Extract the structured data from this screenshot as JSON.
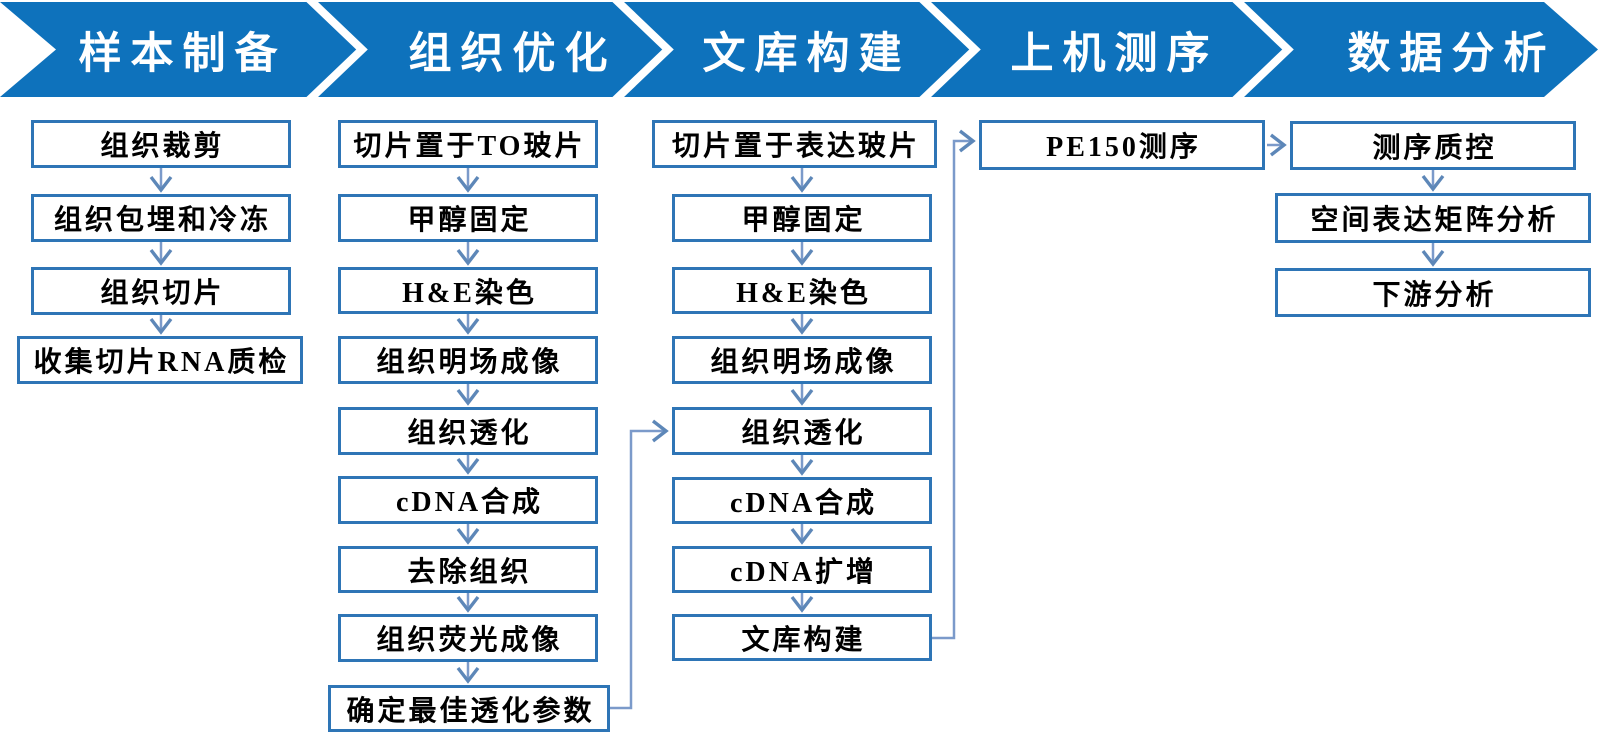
{
  "stages": [
    {
      "title": "样本制备",
      "steps": [
        "组织裁剪",
        "组织包埋和冷冻",
        "组织切片",
        "收集切片RNA质检"
      ]
    },
    {
      "title": "组织优化",
      "steps": [
        "切片置于TO玻片",
        "甲醇固定",
        "H&E染色",
        "组织明场成像",
        "组织透化",
        "cDNA合成",
        "去除组织",
        "组织荧光成像",
        "确定最佳透化参数"
      ]
    },
    {
      "title": "文库构建",
      "steps": [
        "切片置于表达玻片",
        "甲醇固定",
        "H&E染色",
        "组织明场成像",
        "组织透化",
        "cDNA合成",
        "cDNA扩增",
        "文库构建"
      ]
    },
    {
      "title": "上机测序",
      "steps": [
        "PE150测序"
      ]
    },
    {
      "title": "数据分析",
      "steps": [
        "测序质控",
        "空间表达矩阵分析",
        "下游分析"
      ]
    }
  ],
  "connections": [
    {
      "from": "确定最佳透化参数",
      "to": "组织透化"
    },
    {
      "from": "文库构建",
      "to": "PE150测序"
    },
    {
      "from": "PE150测序",
      "to": "测序质控"
    }
  ],
  "colors": {
    "banner_blue": "#0e72bc",
    "banner_text": "#ffffff",
    "box_border": "#2e75b6",
    "box_text": "#000000",
    "arrow_stem": "#7b9aca",
    "arrow_head": "#5d87b8",
    "background": "#ffffff"
  }
}
